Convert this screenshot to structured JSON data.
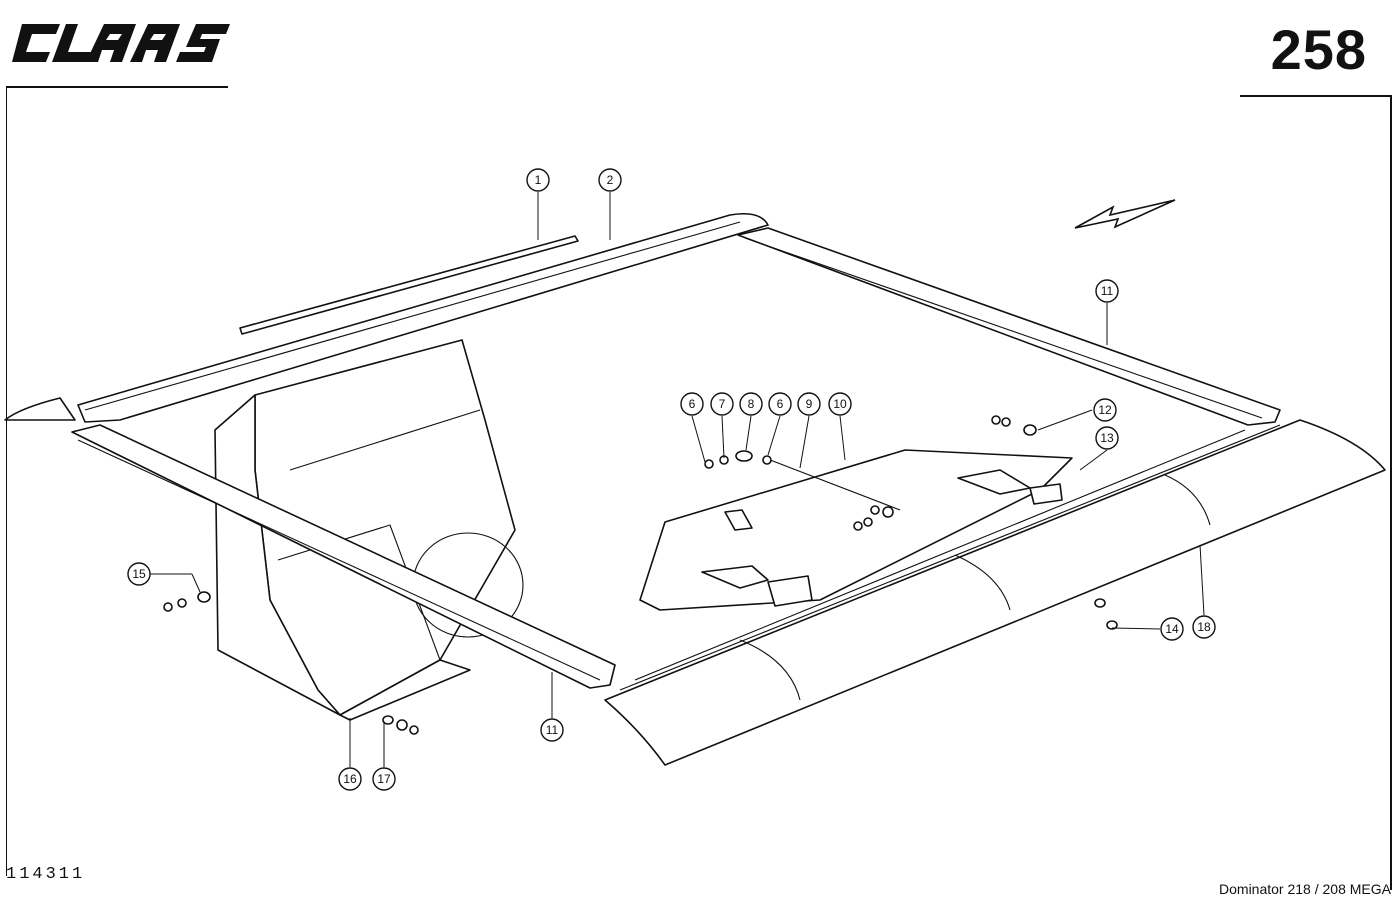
{
  "header": {
    "brand": "CLAAS",
    "page_number": "258"
  },
  "footer": {
    "drawing_number": "114311",
    "model": "Dominator 218 / 208 MEGA"
  },
  "callouts": [
    {
      "id": "c1",
      "label": "1"
    },
    {
      "id": "c2",
      "label": "2"
    },
    {
      "id": "c11a",
      "label": "11"
    },
    {
      "id": "c6a",
      "label": "6"
    },
    {
      "id": "c7",
      "label": "7"
    },
    {
      "id": "c8",
      "label": "8"
    },
    {
      "id": "c6b",
      "label": "6"
    },
    {
      "id": "c9",
      "label": "9"
    },
    {
      "id": "c10",
      "label": "10"
    },
    {
      "id": "c12",
      "label": "12"
    },
    {
      "id": "c13",
      "label": "13"
    },
    {
      "id": "c15",
      "label": "15"
    },
    {
      "id": "c14",
      "label": "14"
    },
    {
      "id": "c18",
      "label": "18"
    },
    {
      "id": "c11b",
      "label": "11"
    },
    {
      "id": "c16",
      "label": "16"
    },
    {
      "id": "c17",
      "label": "17"
    }
  ]
}
